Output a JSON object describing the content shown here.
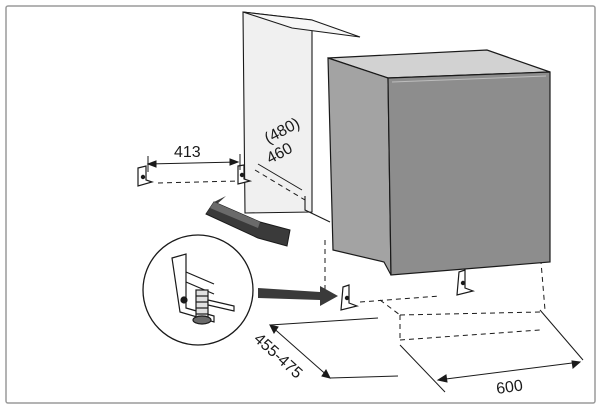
{
  "dimensions": {
    "bracket_spacing": "413",
    "depth_max": "(480)",
    "depth": "460",
    "height_range": "455-475",
    "width": "600"
  },
  "colors": {
    "frame": "#9a9a9a",
    "line": "#1a1a1a",
    "cabinet_light": "#f0f0f0",
    "appliance_top": "#d2d2d2",
    "appliance_side": "#a3a3a3",
    "appliance_front": "#8d8d8d",
    "arrow_dark": "#3a3a3a"
  },
  "icons": {
    "insert_arrow": "arrow-insert-icon",
    "detail_arrow": "arrow-detail-icon"
  }
}
